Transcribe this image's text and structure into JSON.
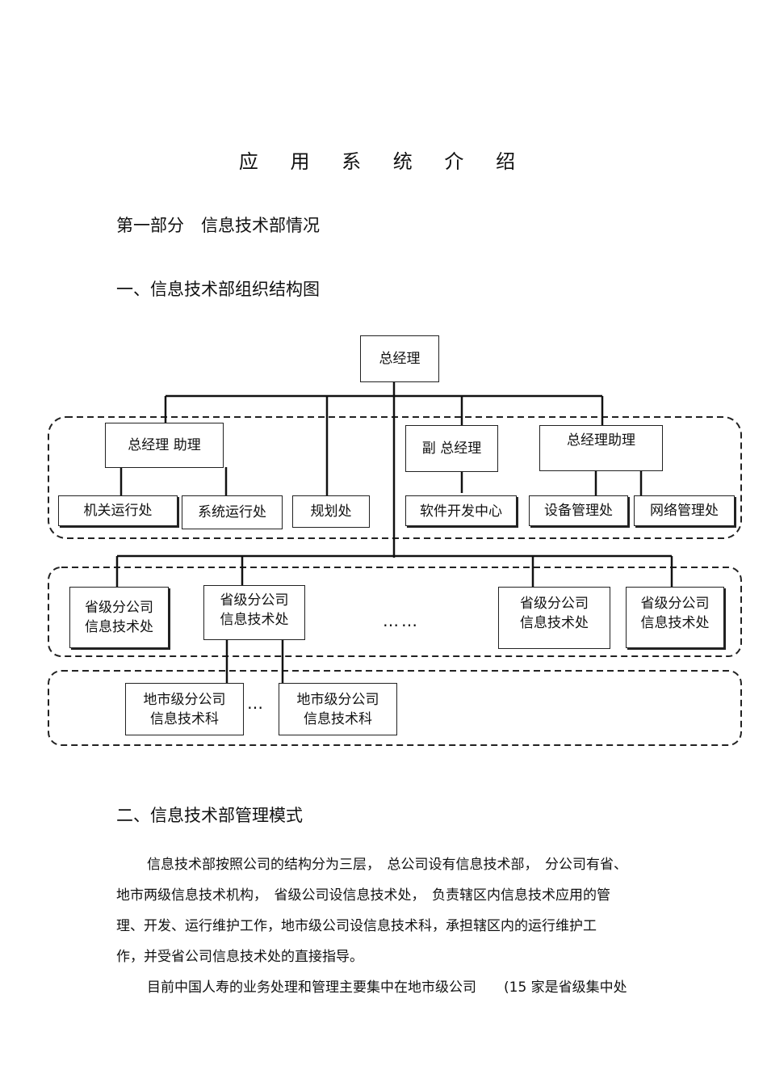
{
  "doc": {
    "title": "应 用 系 统 介 绍",
    "part_heading": "第一部分　信息技术部情况",
    "section1_heading": "一、信息技术部组织结构图",
    "section2_heading": "二、信息技术部管理模式"
  },
  "org": {
    "top": "总经理",
    "assistant_left": "总经理 助理",
    "vice_gm": "副 总经理",
    "assistant_right": "总经理助理",
    "dept_jiguan": "机关运行处",
    "dept_xitong": "系统运行处",
    "dept_guihua": "规划处",
    "dept_ruanjian": "软件开发中心",
    "dept_shebei": "设备管理处",
    "dept_wangluo": "网络管理处",
    "prov_1": "省级分公司信息技术处",
    "prov_2": "省级分公司信息技术处",
    "prov_3": "省级分公司信息技术处",
    "prov_4": "省级分公司信息技术处",
    "prov_ellipsis": "……",
    "city_1": "地市级分公司信息技术科",
    "city_2": "地市级分公司信息技术科",
    "city_ellipsis": "…"
  },
  "body": {
    "para1_line1": "信息技术部按照公司的结构分为三层，　总公司设有信息技术部，　分公司有省、",
    "para1_line2": "地市两级信息技术机构，　省级公司设信息技术处，　负责辖区内信息技术应用的管",
    "para1_line3": "理、开发、运行维护工作，地市级公司设信息技术科，承担辖区内的运行维护工",
    "para1_line4": "作，并受省公司信息技术处的直接指导。",
    "para2_line1": "目前中国人寿的业务处理和管理主要集中在地市级公司　　(15 家是省级集中处"
  }
}
